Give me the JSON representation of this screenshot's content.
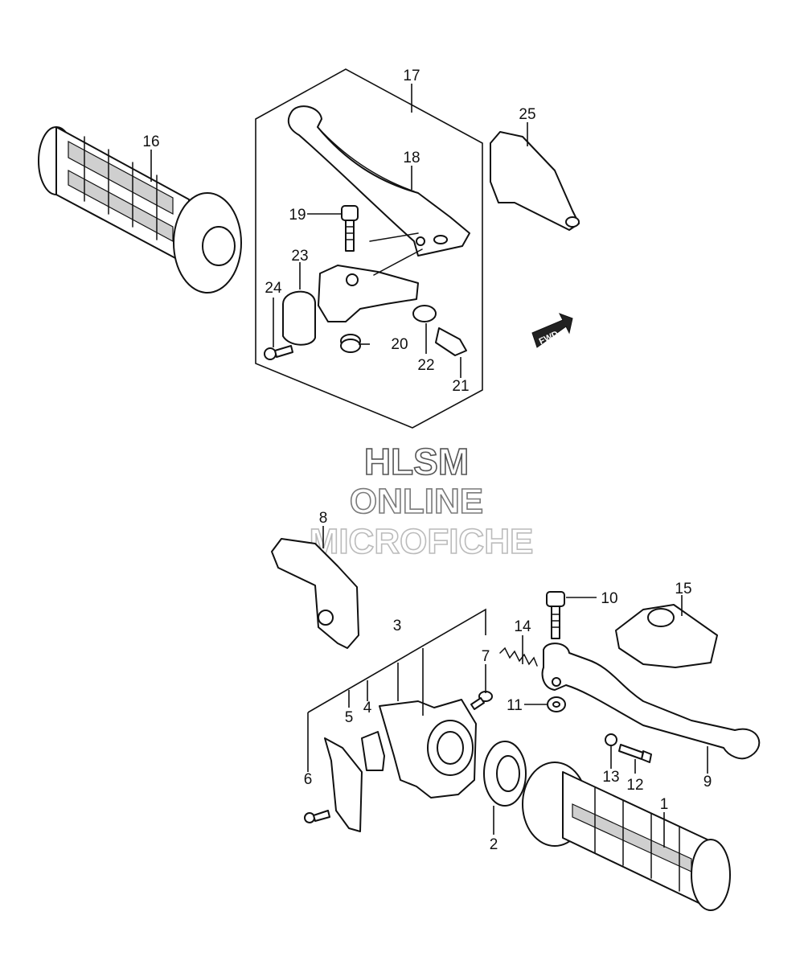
{
  "watermark": {
    "line1": "HLSM",
    "line2": "ONLINE",
    "line3": "MICROFICHE"
  },
  "fwd_label": "FWD",
  "callouts": [
    "1",
    "2",
    "3",
    "4",
    "5",
    "6",
    "7",
    "8",
    "9",
    "10",
    "11",
    "12",
    "13",
    "14",
    "15",
    "16",
    "17",
    "18",
    "19",
    "20",
    "21",
    "22",
    "23",
    "24",
    "25"
  ]
}
